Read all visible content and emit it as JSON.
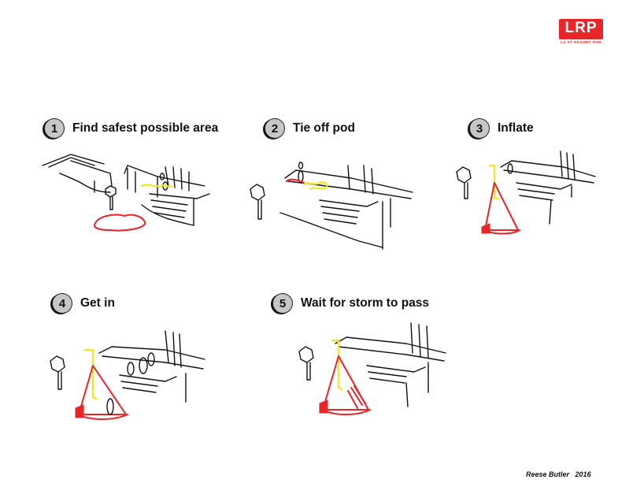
{
  "logo": {
    "mark": "LRP",
    "subtitle": "LA ST RESORT POD"
  },
  "steps": [
    {
      "number": "1",
      "label": "Find safest possible area"
    },
    {
      "number": "2",
      "label": "Tie off pod"
    },
    {
      "number": "3",
      "label": "Inflate"
    },
    {
      "number": "4",
      "label": "Get in"
    },
    {
      "number": "5",
      "label": "Wait for storm to pass"
    }
  ],
  "credit": {
    "author": "Reese Butler",
    "year": "2016"
  },
  "colors": {
    "accent": "#e8262a",
    "rope": "#ecea2c",
    "badge": "#c6c6c6",
    "ink": "#111111"
  }
}
